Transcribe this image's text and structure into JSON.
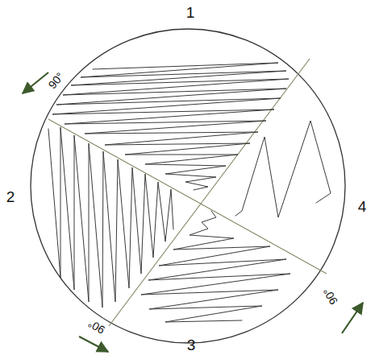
{
  "diagram": {
    "labels": [
      "1",
      "90°",
      "2",
      "4",
      "90°",
      "90°",
      "3"
    ]
  }
}
